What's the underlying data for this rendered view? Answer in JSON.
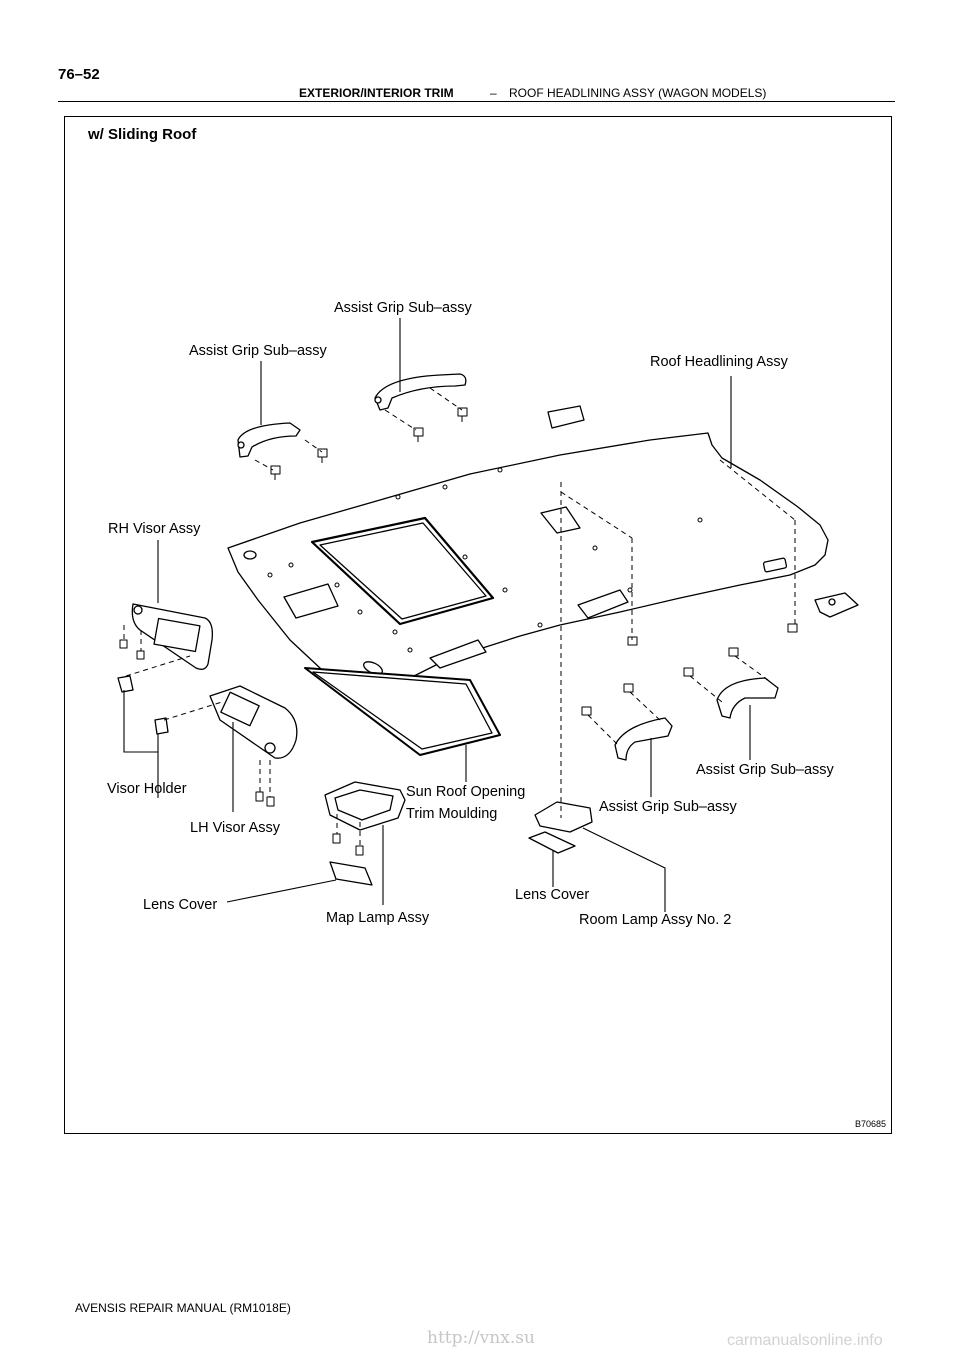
{
  "header": {
    "page_number": "76–52",
    "section": "EXTERIOR/INTERIOR TRIM",
    "separator": "–",
    "title": "ROOF HEADLINING ASSY (WAGON MODELS)"
  },
  "figure": {
    "subtitle": "w/ Sliding Roof",
    "code": "B70685",
    "labels": {
      "assist_grip_top_center": "Assist Grip Sub–assy",
      "assist_grip_top_left": "Assist Grip Sub–assy",
      "roof_headlining": "Roof Headlining Assy",
      "rh_visor": "RH Visor Assy",
      "visor_holder": "Visor Holder",
      "lh_visor": "LH Visor Assy",
      "sun_roof_line1": "Sun Roof Opening",
      "sun_roof_line2": "Trim Moulding",
      "assist_grip_right": "Assist Grip Sub–assy",
      "assist_grip_center_right": "Assist Grip Sub–assy",
      "lens_cover_left": "Lens Cover",
      "map_lamp": "Map Lamp Assy",
      "lens_cover_right": "Lens Cover",
      "room_lamp": "Room Lamp Assy No. 2"
    }
  },
  "footer": {
    "manual": "AVENSIS REPAIR MANUAL   (RM1018E)"
  },
  "watermarks": {
    "url": "http://vnx.su",
    "site": "carmanualsonline.info"
  }
}
